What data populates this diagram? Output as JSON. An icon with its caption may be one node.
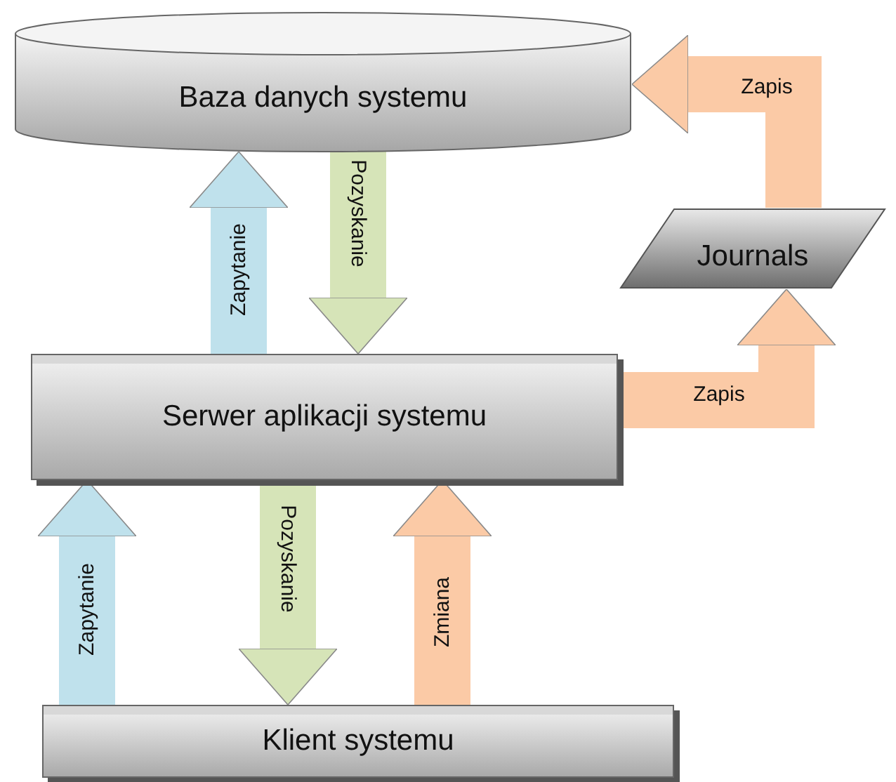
{
  "diagram": {
    "nodes": [
      {
        "text": [
          "Baza danych systemu"
        ]
      },
      {
        "text": [
          "Serwer aplikacji systemu"
        ]
      },
      {
        "text": [
          "Journals"
        ]
      },
      {
        "text": [
          "Klient systemu"
        ]
      }
    ],
    "edges": [
      {
        "from": 1,
        "to": 0,
        "arrow": "to",
        "label": "Zapytanie",
        "color": "#bfe1ec"
      },
      {
        "from": 0,
        "to": 1,
        "arrow": "to",
        "label": "Pozyskanie",
        "color": "#d6e4b8"
      },
      {
        "from": 1,
        "to": 2,
        "arrow": "to",
        "label": "Zapis",
        "color": "#fbcaa6"
      },
      {
        "from": 2,
        "to": 0,
        "arrow": "to",
        "label": "Zapis",
        "color": "#fbcaa6"
      },
      {
        "from": 3,
        "to": 1,
        "arrow": "to",
        "label": "Zapytanie",
        "color": "#bfe1ec"
      },
      {
        "from": 1,
        "to": 3,
        "arrow": "to",
        "label": "Pozyskanie",
        "color": "#d6e4b8"
      },
      {
        "from": 3,
        "to": 1,
        "arrow": "to",
        "label": "Zmiana",
        "color": "#fbcaa6"
      }
    ]
  }
}
